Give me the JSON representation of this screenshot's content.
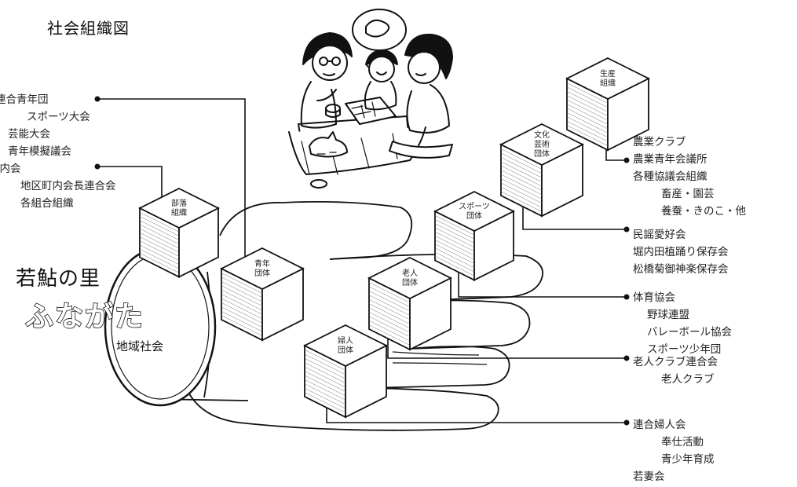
{
  "title": "社会組織図",
  "region": {
    "slogan": "若鮎の里",
    "name": "ふながた",
    "label": "地域社会"
  },
  "groups": {
    "community": {
      "line1": "部落",
      "line2": "組織"
    },
    "youth": {
      "line1": "青年",
      "line2": "団体"
    },
    "women": {
      "line1": "婦人",
      "line2": "団体"
    },
    "elderly": {
      "line1": "老人",
      "line2": "団体"
    },
    "sports": {
      "line1": "スポーツ",
      "line2": "団体"
    },
    "culture": {
      "line1": "文化",
      "line2": "芸術",
      "line3": "団体"
    },
    "industry": {
      "line1": "生産",
      "line2": "組織"
    }
  },
  "lists": {
    "youth_left": [
      "連合青年団",
      "スポーツ大会",
      "芸能大会",
      "青年模擬議会"
    ],
    "community_left": [
      "町内会",
      "地区町内会長連合会",
      "各組合組織"
    ],
    "industry_right": [
      "農業クラブ",
      "農業青年会議所",
      "各種協議会組織",
      "畜産・園芸",
      "養蚕・きのこ・他"
    ],
    "culture_right": [
      "民謡愛好会",
      "堀内田植踊り保存会",
      "松橋菊御神楽保存会"
    ],
    "sports_right": [
      "体育協会",
      "野球連盟",
      "バレーボール協会",
      "スポーツ少年団"
    ],
    "elderly_right": [
      "老人クラブ連合会",
      "老人クラブ"
    ],
    "women_right": [
      "連合婦人会",
      "奉仕活動",
      "青少年育成",
      "若妻会"
    ]
  }
}
